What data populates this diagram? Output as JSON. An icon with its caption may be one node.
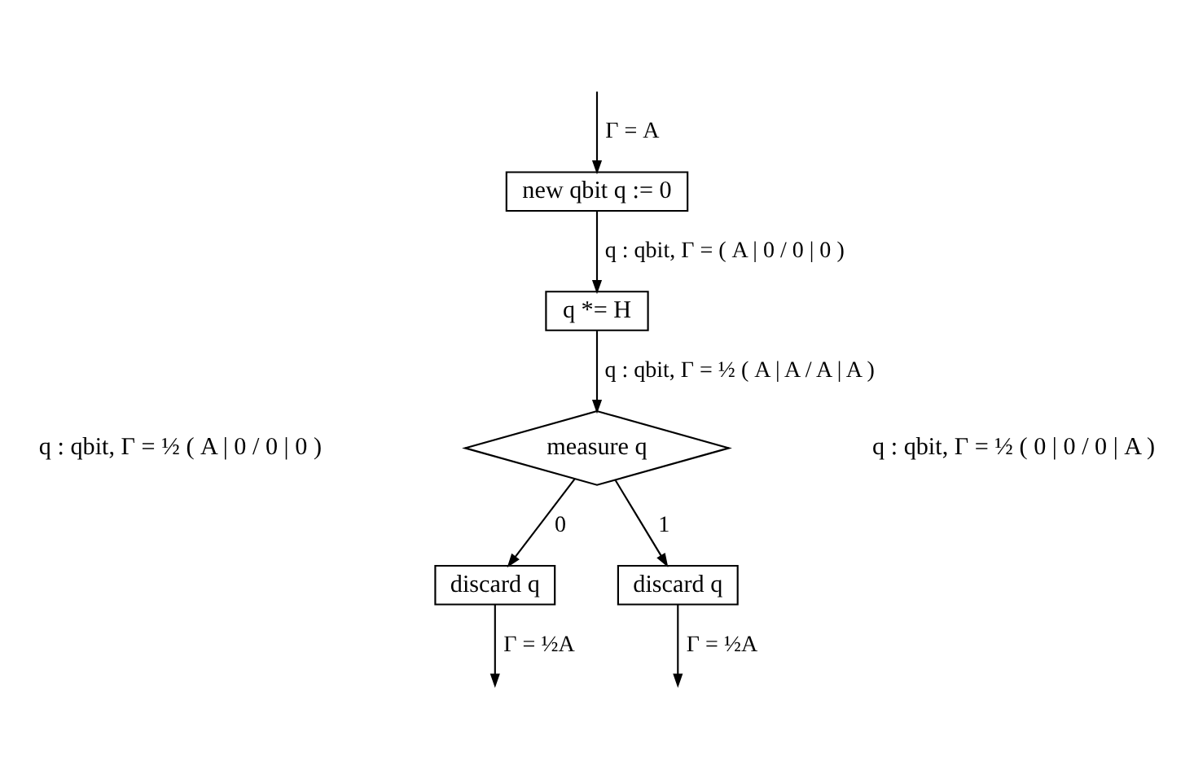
{
  "diagram": {
    "nodes": [
      {
        "text": [
          "new qbit q := 0"
        ]
      },
      {
        "text": [
          "q *= H"
        ]
      },
      {
        "text": [
          "measure q"
        ]
      },
      {
        "text": [
          "discard q"
        ]
      },
      {
        "text": [
          "discard q"
        ]
      }
    ],
    "edges": [
      {
        "from": null,
        "to": 0,
        "arrow": "to",
        "label": "Γ = A"
      },
      {
        "from": 0,
        "to": 1,
        "arrow": "to",
        "label": "q : qbit, Γ = ( A | 0 / 0 | 0 )"
      },
      {
        "from": 1,
        "to": 2,
        "arrow": "to",
        "label": "q : qbit, Γ = ½ ( A | A / A | A )"
      },
      {
        "from": 2,
        "to": 3,
        "arrow": "to",
        "label": "0"
      },
      {
        "from": 2,
        "to": 4,
        "arrow": "to",
        "label": "1"
      },
      {
        "from": 3,
        "to": null,
        "arrow": "to",
        "label": "Γ = ½A"
      },
      {
        "from": 4,
        "to": null,
        "arrow": "to",
        "label": "Γ = ½A"
      }
    ],
    "labels": [
      "q : qbit, Γ = ½ ( A | 0 / 0 | 0 )",
      "q : qbit, Γ = ½ ( 0 | 0 / 0 | A )"
    ]
  }
}
